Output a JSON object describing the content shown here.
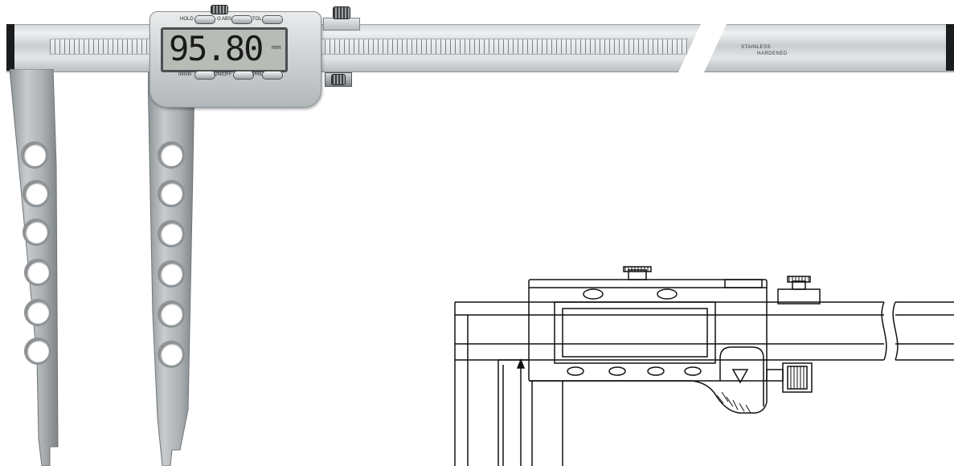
{
  "photo": {
    "display": {
      "reading": "95.80",
      "unit": "mm"
    },
    "buttons": {
      "hold": "HOLD",
      "o_abs": "O ABS",
      "tol": "TOL",
      "mm_in": "mm/in",
      "on_off": "ON/OFF",
      "pre": "PRE"
    },
    "beam_marking": {
      "line1": "STAINLESS",
      "line2": "HARDENED"
    }
  },
  "drawing": {
    "display_triangle_icon": "down-triangle-icon"
  }
}
